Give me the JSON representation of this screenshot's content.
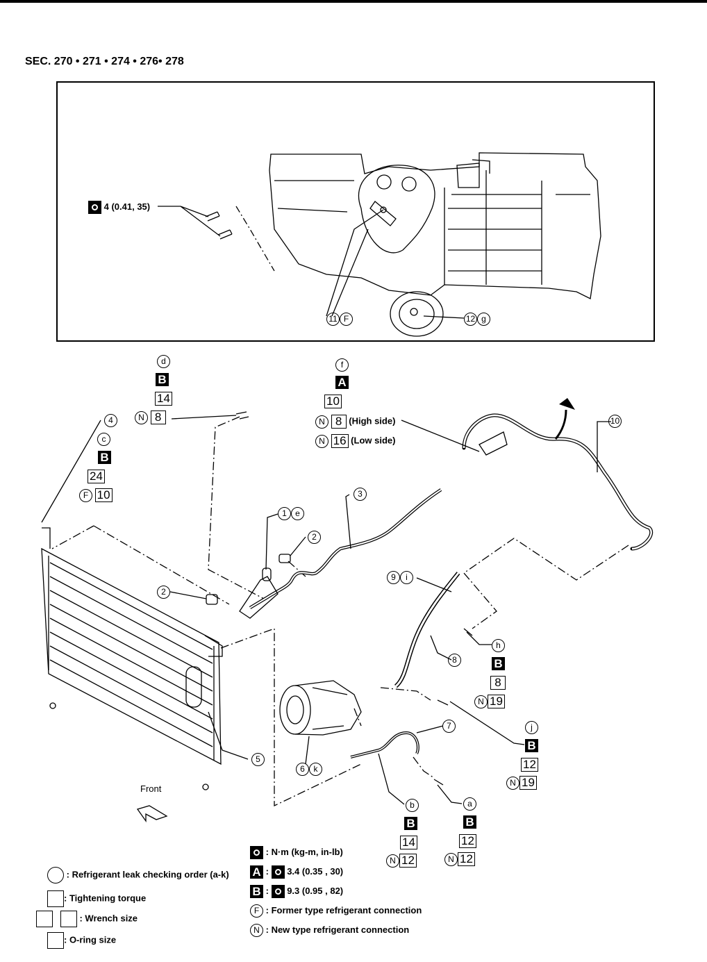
{
  "header": {
    "section": "SEC. 270 • 271 • 274 • 276• 278"
  },
  "inset": {
    "torque": "4 (0.41, 35)",
    "c11": "11",
    "c11_f": "F",
    "c12": "12",
    "c12_g": "g"
  },
  "callouts": {
    "d": {
      "letter": "d",
      "spec": "B",
      "torque": "14",
      "oring": "8",
      "n": "N"
    },
    "f": {
      "letter": "f",
      "spec": "A",
      "torque": "10",
      "n": "N",
      "high_oring": "8",
      "high_label": "(High side)",
      "low_oring": "16",
      "low_label": "(Low side)"
    },
    "c": {
      "letter": "c",
      "spec": "B",
      "torque": "24",
      "f": "F",
      "oring": "10"
    },
    "h": {
      "letter": "h",
      "spec": "B",
      "torque": "8",
      "n": "N",
      "oring": "19"
    },
    "j": {
      "letter": "j",
      "spec": "B",
      "torque": "12",
      "n": "N",
      "oring": "19"
    },
    "b": {
      "letter": "b",
      "spec": "B",
      "torque": "14",
      "n": "N",
      "oring": "12"
    },
    "a": {
      "letter": "a",
      "spec": "B",
      "torque": "12",
      "n": "N",
      "oring": "12"
    }
  },
  "parts": {
    "p1": "1",
    "p1e": "e",
    "p2a": "2",
    "p2b": "2",
    "p3": "3",
    "p4": "4",
    "p5": "5",
    "p6": "6",
    "p6k": "k",
    "p7": "7",
    "p8": "8",
    "p9": "9",
    "p9i": "i",
    "p10": "10"
  },
  "front_label": "Front",
  "legend": {
    "unit": ": N·m (kg-m, in-lb)",
    "A_letter": "A",
    "A_value": "3.4 (0.35 , 30)",
    "B_letter": "B",
    "B_value": "9.3 (0.95 , 82)",
    "F_letter": "F",
    "F_text": ": Former type refrigerant connection",
    "N_letter": "N",
    "N_text": ": New type refrigerant connection",
    "leak": ": Refrigerant leak checking order (a-k)",
    "torque": ": Tightening torque",
    "wrench": ": Wrench size",
    "oring": ": O-ring size"
  }
}
